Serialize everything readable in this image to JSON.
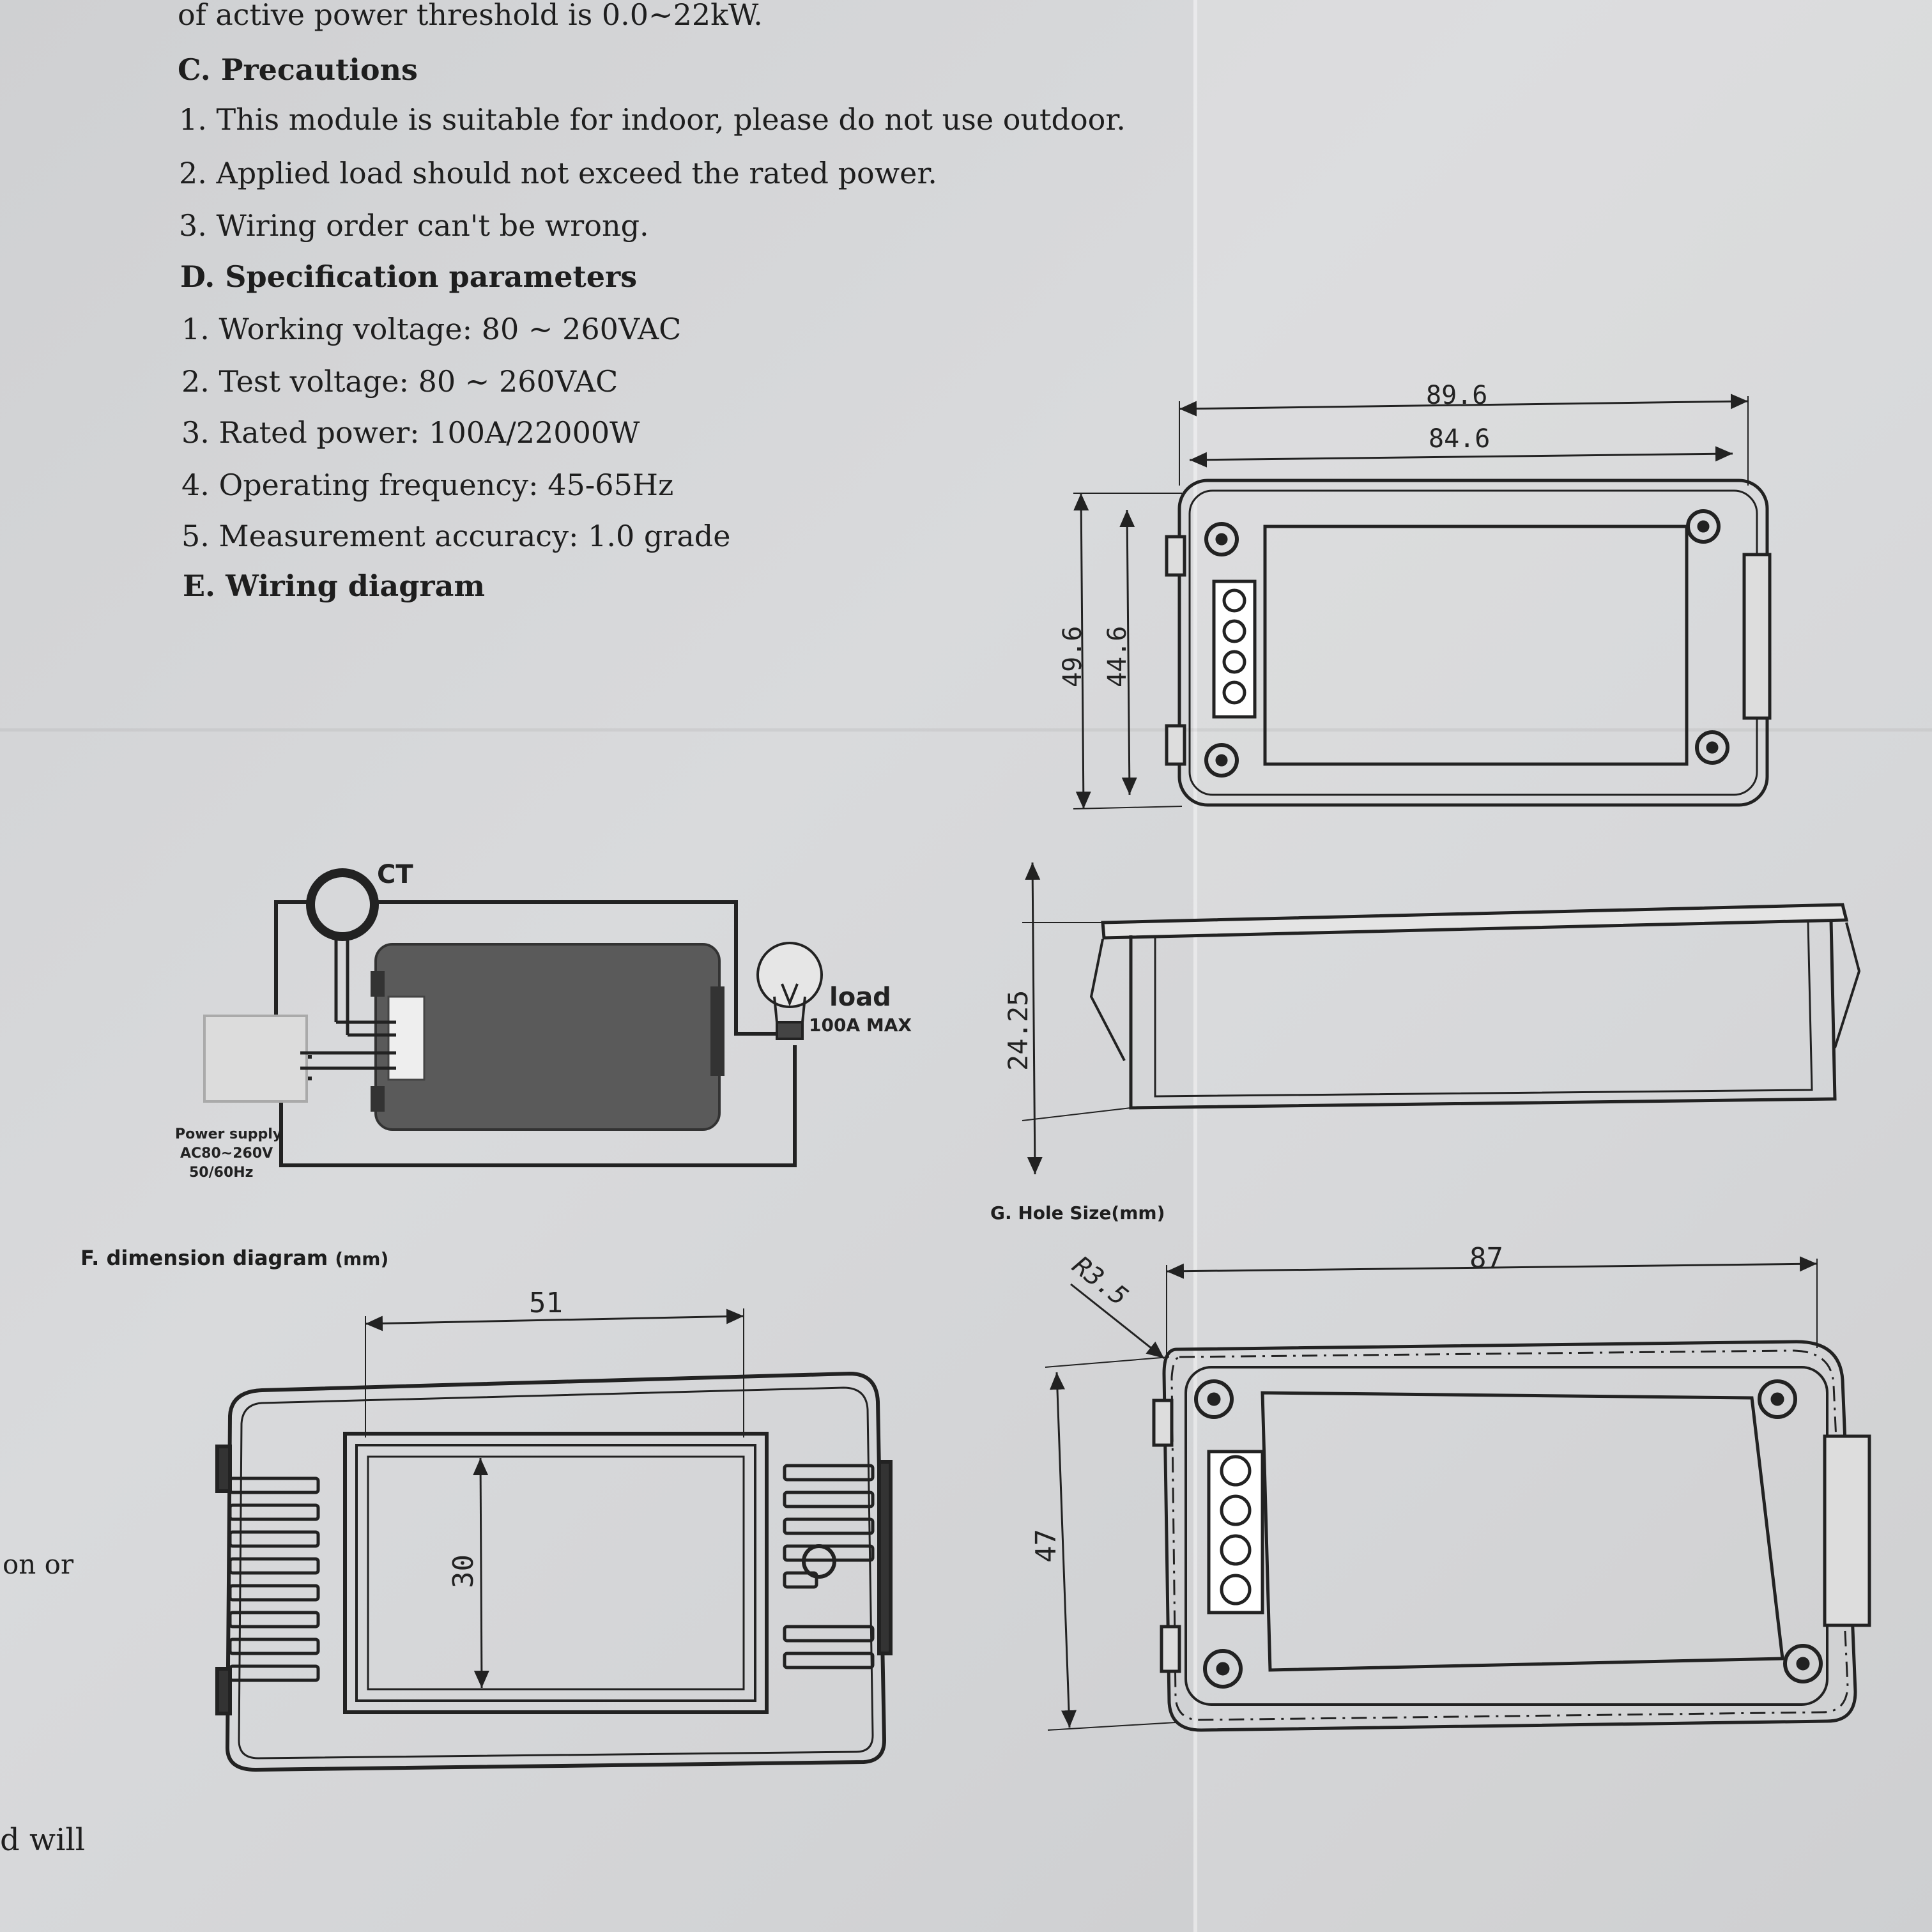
{
  "top_line": "of active power threshold is 0.0~22kW.",
  "section_c": {
    "heading": "C. Precautions",
    "items": [
      "1. This module is suitable for indoor, please do not use outdoor.",
      "2. Applied load should not exceed the rated power.",
      "3. Wiring order can't be wrong."
    ]
  },
  "section_d": {
    "heading": "D. Specification parameters",
    "items": [
      "1. Working voltage: 80 ~ 260VAC",
      "2. Test voltage: 80 ~ 260VAC",
      "3. Rated power: 100A/22000W",
      "4. Operating frequency: 45-65Hz",
      "5. Measurement accuracy: 1.0 grade"
    ]
  },
  "section_e": {
    "heading": "E. Wiring diagram",
    "ct_label": "CT",
    "load_label": "load",
    "load_max": "100A MAX",
    "power_supply": [
      "Power supply",
      "AC80~260V",
      "50/60Hz"
    ]
  },
  "section_f": {
    "heading": "F. dimension diagram",
    "unit": "(mm)",
    "dim_width": "51",
    "dim_height": "30"
  },
  "section_g": {
    "heading": "G. Hole Size(mm)",
    "dim_width": "87",
    "dim_height": "47",
    "radius": "R3.5"
  },
  "back_view": {
    "outer_width": "89.6",
    "inner_width": "84.6",
    "outer_height": "49.6",
    "inner_height": "44.6"
  },
  "side_view": {
    "depth": "24.25"
  },
  "margin_fragments": [
    "on or",
    "d will"
  ]
}
